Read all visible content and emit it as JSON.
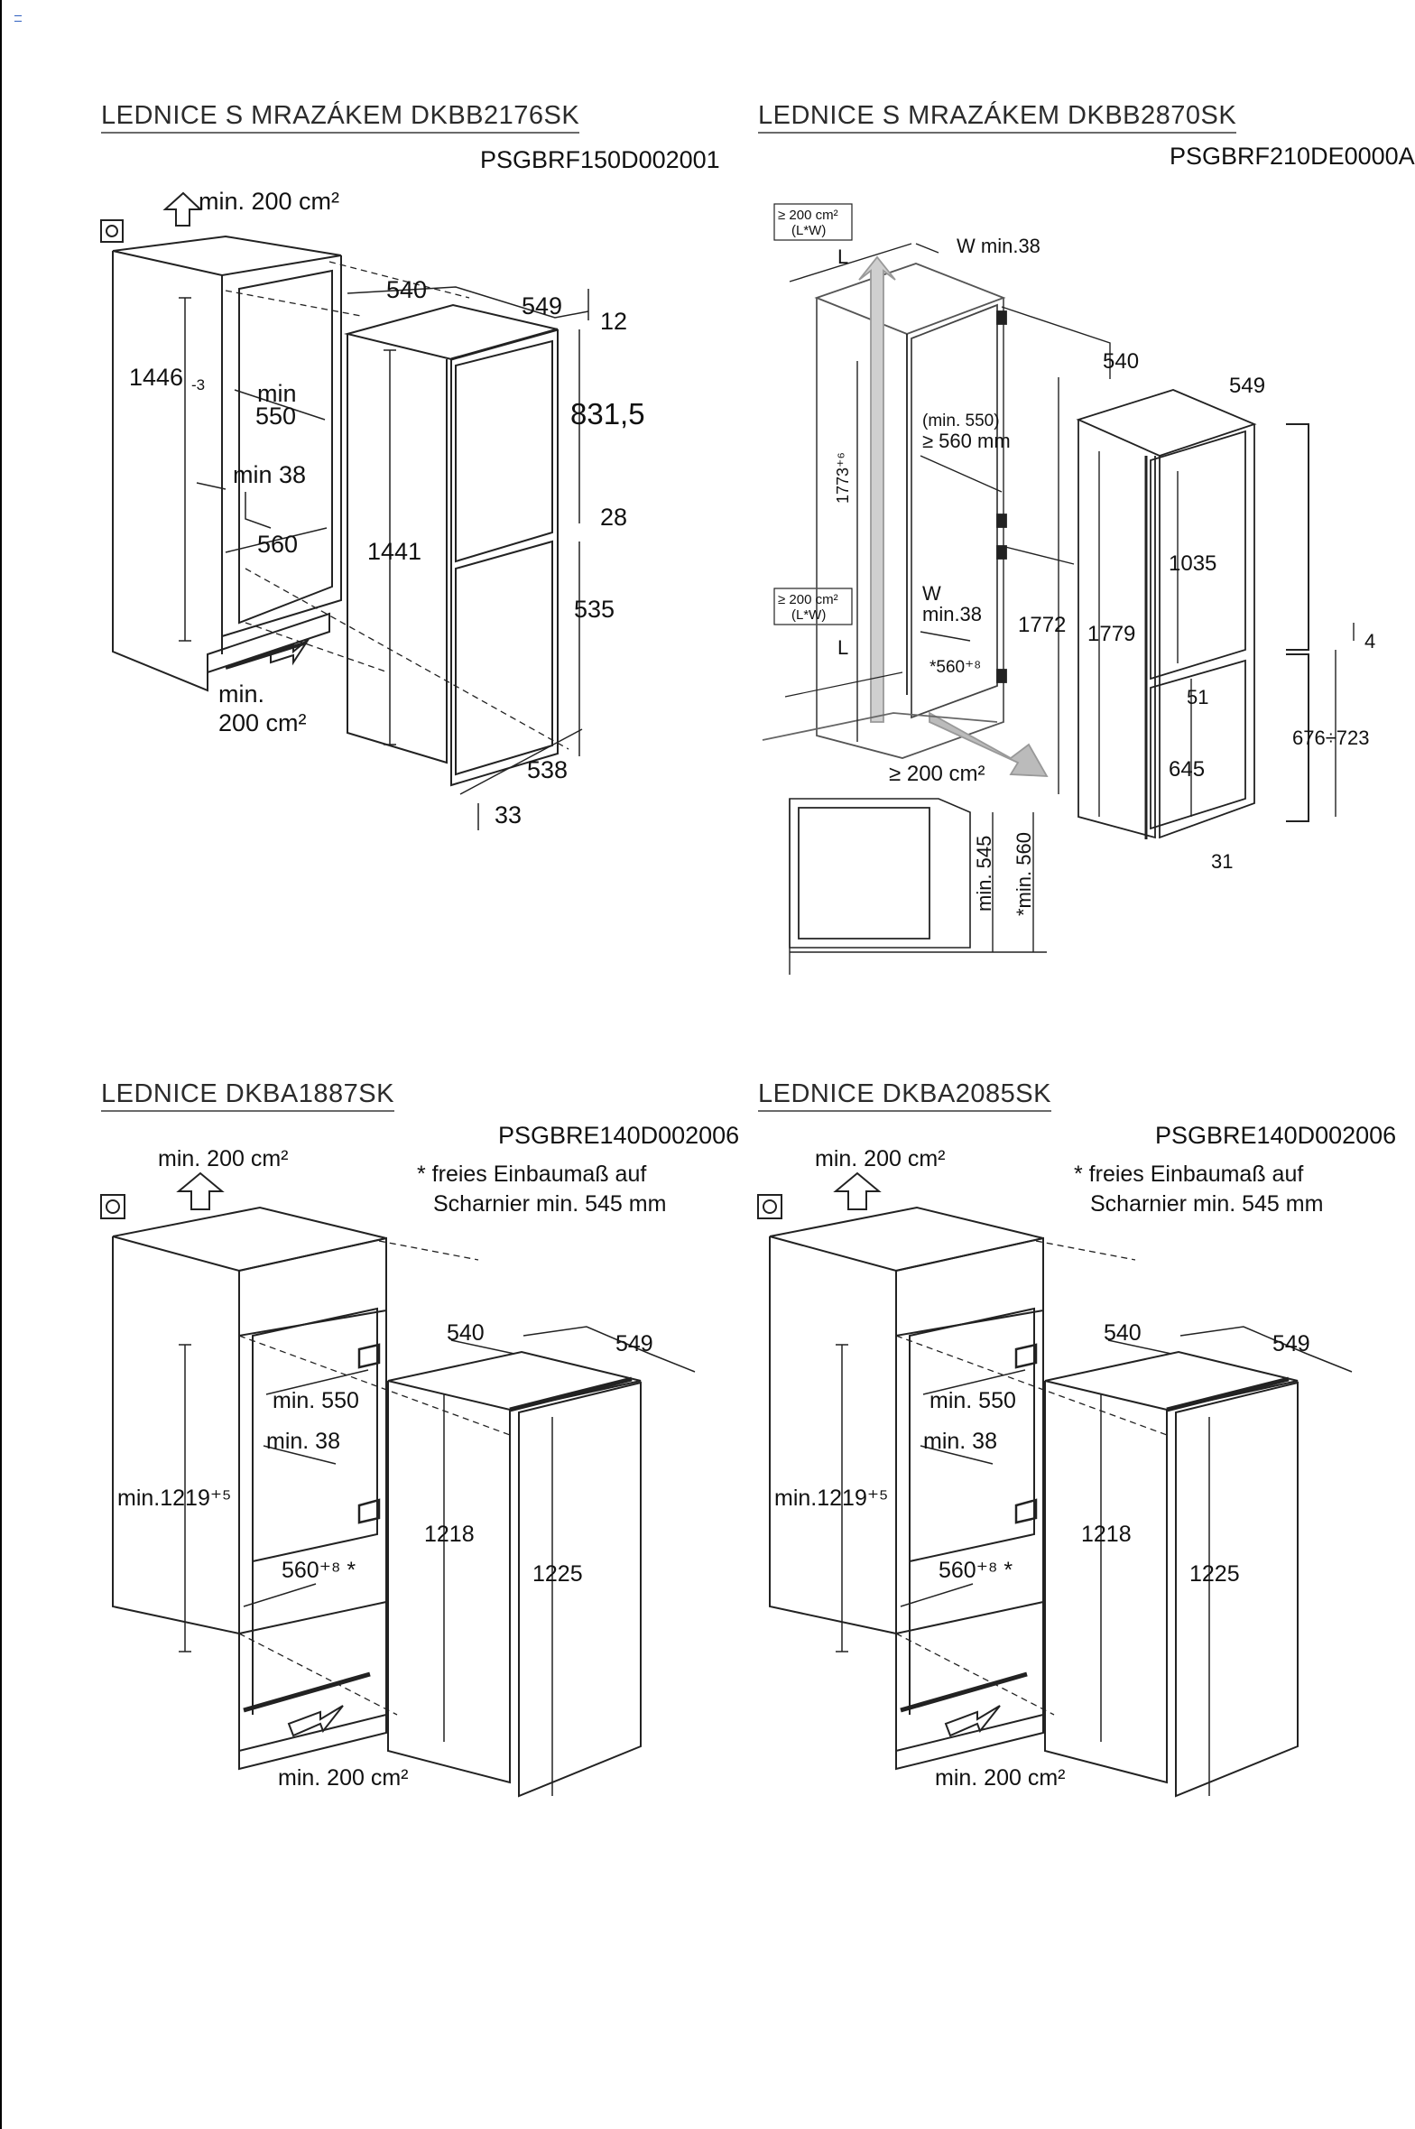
{
  "panels": [
    {
      "title": "LEDNICE S MRAZÁKEM DKBB2176SK",
      "code": "PSGBRF150D002001",
      "labels": [
        "min. 200 cm²",
        "1446",
        "-3",
        "min",
        "550",
        "min 38",
        "560",
        "min.",
        "200 cm²",
        "540",
        "549",
        "12",
        "831,5",
        "28",
        "1441",
        "535",
        "538",
        "33"
      ]
    },
    {
      "title": "LEDNICE S MRAZÁKEM DKBB2870SK",
      "code": "PSGBRF210DE0000A",
      "labels": [
        "≥ 200 cm²",
        "(L*W)",
        "L",
        "W min.38",
        "1773⁺⁶",
        "(min. 550)",
        "≥ 560 mm",
        "≥ 200 cm²",
        "(L*W)",
        "W",
        "min.38",
        "L",
        "*560⁺⁸",
        "1772",
        "≥ 200 cm²",
        "540",
        "549",
        "1779",
        "1035",
        "51",
        "645",
        "31",
        "4",
        "676÷723",
        "min. 545",
        "*min. 560"
      ]
    },
    {
      "title": "LEDNICE DKBA1887SK",
      "code": "PSGBRE140D002006",
      "note": [
        "* freies Einbaumaß auf",
        "Scharnier min. 545 mm"
      ],
      "labels": [
        "min. 200 cm²",
        "540",
        "549",
        "min. 550",
        "min. 38",
        "min.1219⁺⁵",
        "1218",
        "1225",
        "560⁺⁸ *",
        "min. 200 cm²"
      ]
    },
    {
      "title": "LEDNICE DKBA2085SK",
      "code": "PSGBRE140D002006",
      "note": [
        "* freies Einbaumaß auf",
        "Scharnier min. 545 mm"
      ],
      "labels": [
        "min. 200 cm²",
        "540",
        "549",
        "min. 550",
        "min. 38",
        "min.1219⁺⁵",
        "1218",
        "1225",
        "560⁺⁸ *",
        "min. 200 cm²"
      ]
    }
  ]
}
